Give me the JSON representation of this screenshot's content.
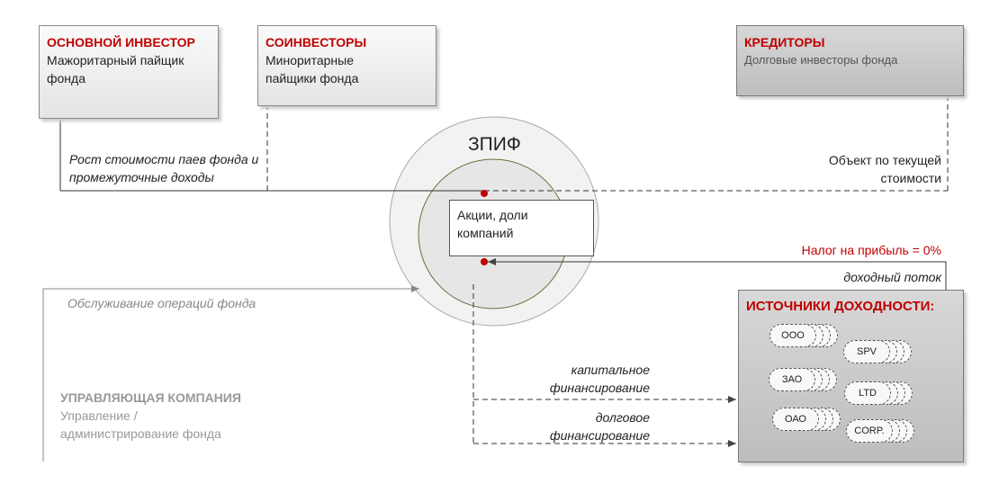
{
  "main_investor": {
    "title": "ОСНОВНОЙ ИНВЕСТОР",
    "desc": "Мажоритарный пайщик фонда"
  },
  "coinvestors": {
    "title": "СОИНВЕСТОРЫ",
    "desc": "Миноритарные пайщики фонда"
  },
  "creditors": {
    "title": "КРЕДИТОРЫ",
    "desc": "Долговые инвесторы фонда"
  },
  "fund": {
    "title": "ЗПИФ",
    "assets": "Акции, доли компаний"
  },
  "labels": {
    "growth": "Рост стоимости паев фонда и промежуточные доходы",
    "collateral": "Объект по текущей стоимости",
    "tax": "Налог на прибыль = 0%",
    "income": "доходный поток",
    "service": "Обслуживание операций фонда",
    "capital": "капитальное финансирование",
    "debt": "долговое финансирование"
  },
  "management": {
    "title": "УПРАВЛЯЮЩАЯ КОМПАНИЯ",
    "desc": "Управление / администрирование фонда"
  },
  "sources": {
    "title": "ИСТОЧНИКИ ДОХОДНОСТИ:",
    "items": [
      "ООО",
      "SPV",
      "ЗАО",
      "LTD",
      "ОАО",
      "CORP."
    ]
  },
  "colors": {
    "accent": "#c00000",
    "dot": "#c00000"
  }
}
